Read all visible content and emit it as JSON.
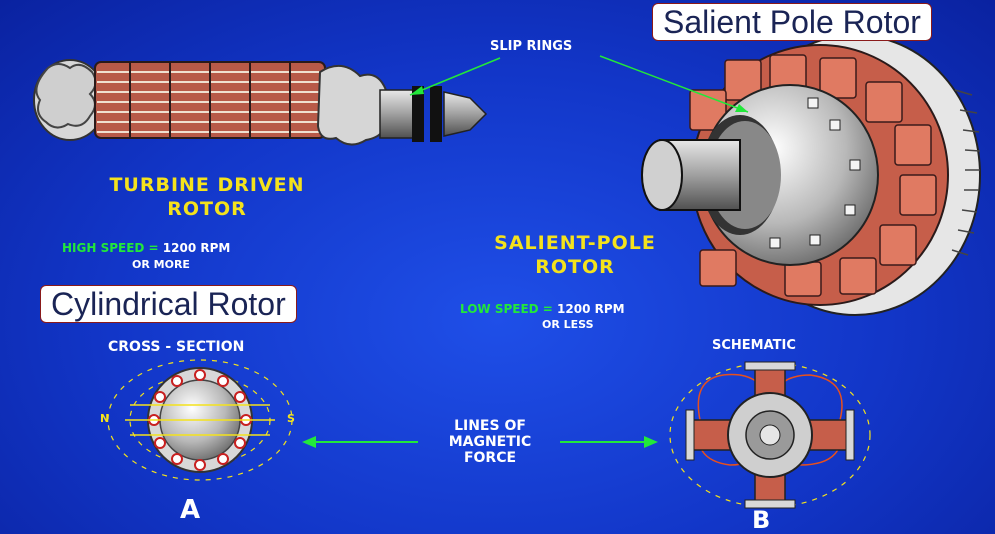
{
  "callouts": {
    "salient": "Salient Pole Rotor",
    "cylindrical": "Cylindrical Rotor"
  },
  "slip_rings": "SLIP RINGS",
  "turbine": {
    "title_1": "TURBINE DRIVEN",
    "title_2": "ROTOR",
    "speed_label": "HIGH SPEED =",
    "speed_value": "1200 RPM",
    "speed_qualifier": "OR MORE"
  },
  "salient_pole": {
    "title_1": "SALIENT-POLE",
    "title_2": "ROTOR",
    "speed_label": "LOW SPEED =",
    "speed_value": "1200 RPM",
    "speed_qualifier": "OR LESS"
  },
  "cross_section": {
    "title": "CROSS - SECTION",
    "north": "N",
    "south": "S",
    "letter": "A"
  },
  "schematic": {
    "title": "SCHEMATIC",
    "letter": "B"
  },
  "lines_of_force": {
    "line_1": "LINES OF",
    "line_2": "MAGNETIC",
    "line_3": "FORCE"
  },
  "colors": {
    "background": "#1236c8",
    "title_yellow": "#f4e21c",
    "speed_green": "#22e83a",
    "pointer_green": "#22e83a",
    "coil_red": "#c85a48"
  }
}
